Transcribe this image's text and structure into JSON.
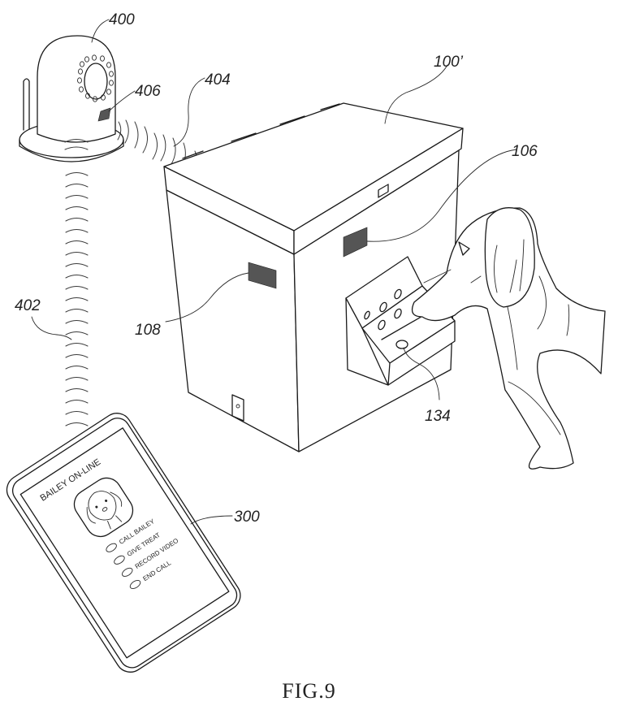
{
  "figure": {
    "caption": "FIG.9",
    "reference_numerals": {
      "camera": "400",
      "camera_speaker": "406",
      "camera_wireless_signal": "404",
      "phone_wireless_signal": "402",
      "dispenser": "100’",
      "dispenser_speaker_front": "106",
      "dispenser_speaker_side": "108",
      "treat_outlet": "134",
      "smartphone": "300"
    },
    "phone_screen": {
      "title": "BAILEY ON-LINE",
      "avatar": "dog-face",
      "buttons": [
        "CALL BAILEY",
        "GIVE TREAT",
        "RECORD VIDEO",
        "END CALL"
      ]
    }
  }
}
